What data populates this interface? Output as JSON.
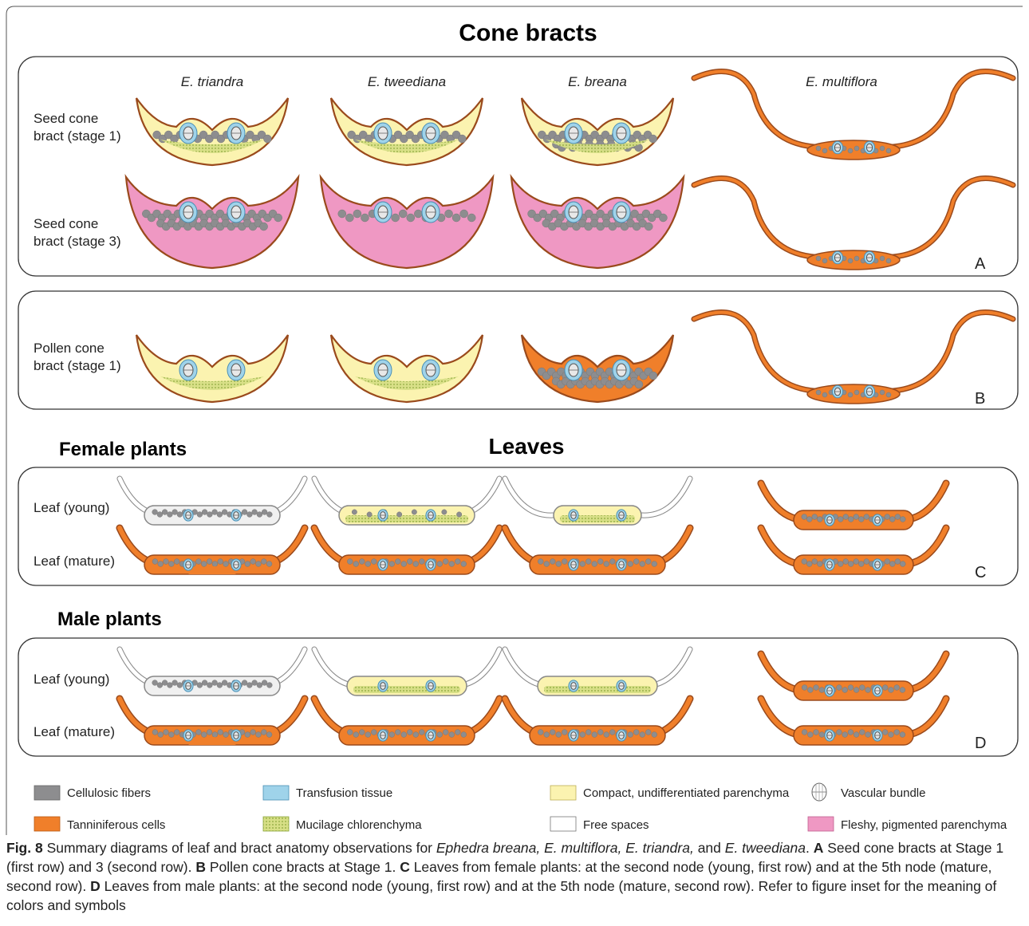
{
  "titles": {
    "cone_bracts": "Cone bracts",
    "leaves": "Leaves",
    "female_plants": "Female plants",
    "male_plants": "Male plants"
  },
  "species": [
    "E. triandra",
    "E. tweediana",
    "E. breana",
    "E. multiflora"
  ],
  "panels": {
    "A": {
      "letter": "A",
      "rows": [
        {
          "label_line1": "Seed cone",
          "label_line2": "bract (stage 1)"
        },
        {
          "label_line1": "Seed cone",
          "label_line2": "bract (stage 3)"
        }
      ]
    },
    "B": {
      "letter": "B",
      "rows": [
        {
          "label_line1": "Pollen cone",
          "label_line2": "bract (stage 1)"
        }
      ]
    },
    "C": {
      "letter": "C",
      "rows": [
        {
          "label": "Leaf (young)"
        },
        {
          "label": "Leaf (mature)"
        }
      ]
    },
    "D": {
      "letter": "D",
      "rows": [
        {
          "label": "Leaf (young)"
        },
        {
          "label": "Leaf (mature)"
        }
      ]
    }
  },
  "legend": [
    {
      "label": "Cellulosic fibers",
      "swatch": "fibers"
    },
    {
      "label": "Transfusion tissue",
      "swatch": "transfusion"
    },
    {
      "label": "Compact, undifferentiated parenchyma",
      "swatch": "compact"
    },
    {
      "label": "Vascular bundle",
      "swatch": "bundle"
    },
    {
      "label": "Tanniniferous cells",
      "swatch": "tannin"
    },
    {
      "label": "Mucilage chlorenchyma",
      "swatch": "mucilage"
    },
    {
      "label": "Free spaces",
      "swatch": "free"
    },
    {
      "label": "Fleshy, pigmented parenchyma",
      "swatch": "fleshy"
    }
  ],
  "colors": {
    "fibers": "#8d8d8f",
    "transfusion": "#9fd3ea",
    "compact": "#fbf3b0",
    "tannin": "#f07f2a",
    "mucilage": "#d7df86",
    "fleshy": "#ef98c3",
    "outline": "#9a4a1c",
    "border": "#333333"
  },
  "caption": {
    "fig_label": "Fig. 8",
    "intro": "Summary diagrams of leaf and bract anatomy observations for",
    "species_list": "Ephedra breana, E. multiflora, E. triandra,",
    "and": "and",
    "last_species": "E. tweediana",
    "A_letter": "A",
    "A_text": "Seed cone bracts at Stage 1 (first row) and 3 (second row).",
    "B_letter": "B",
    "B_text": "Pollen cone bracts at Stage 1.",
    "C_letter": "C",
    "C_text": "Leaves from female plants: at the second node (young, first row) and at the 5th node (mature, second row).",
    "D_letter": "D",
    "D_text": "Leaves from male plants: at the second node (young, first row) and at the 5th node (mature, second row).",
    "closing": "Refer to figure inset for the meaning of colors and symbols"
  }
}
